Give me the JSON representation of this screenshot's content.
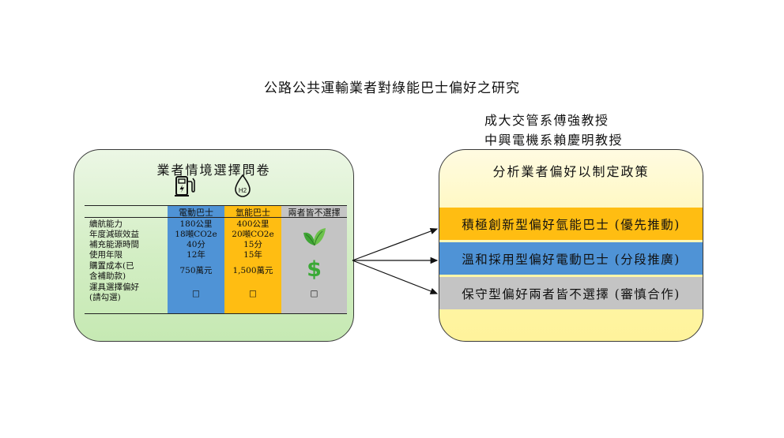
{
  "title": "公路公共運輸業者對綠能巴士偏好之研究",
  "authors": [
    "成大交管系傅強教授",
    "中興電機系賴慶明教授"
  ],
  "survey": {
    "title": "業者情境選擇問卷",
    "icons": [
      "ev-charger-icon",
      "hydrogen-drop-icon",
      "leaf-icon",
      "dollar-icon"
    ],
    "columns": [
      "電動巴士",
      "氫能巴士",
      "兩者皆不選擇"
    ],
    "rows": [
      {
        "label": "續航能力",
        "ev": "180公里",
        "h2": "400公里"
      },
      {
        "label": "年度減碳效益",
        "ev": "18噸CO2e",
        "h2": "20噸CO2e"
      },
      {
        "label": "補充能源時間",
        "ev": "40分",
        "h2": "15分"
      },
      {
        "label": "使用年限",
        "ev": "12年",
        "h2": "15年"
      },
      {
        "label": "購置成本(已",
        "label2": "含補助款)",
        "ev": "750萬元",
        "h2": "1,500萬元"
      },
      {
        "label": "運具選擇偏好",
        "label2": "(請勾選)",
        "ev": "□",
        "h2": "□",
        "none": "□"
      }
    ],
    "h2_symbol": "H2",
    "dollar_symbol": "$"
  },
  "policy": {
    "title": "分析業者偏好以制定政策",
    "items": [
      {
        "text": "積極創新型偏好氫能巴士 (優先推動)",
        "color": "#ffbd12"
      },
      {
        "text": "溫和採用型偏好電動巴士 (分段推廣)",
        "color": "#4f93d6"
      },
      {
        "text": "保守型偏好兩者皆不選擇 (審慎合作)",
        "color": "#c4c4c4"
      }
    ]
  },
  "colors": {
    "ev": "#4f93d6",
    "h2": "#ffbd12",
    "none": "#c4c4c4",
    "survey_bg": "#d3eec4",
    "policy_bg": "#fff6ad"
  }
}
